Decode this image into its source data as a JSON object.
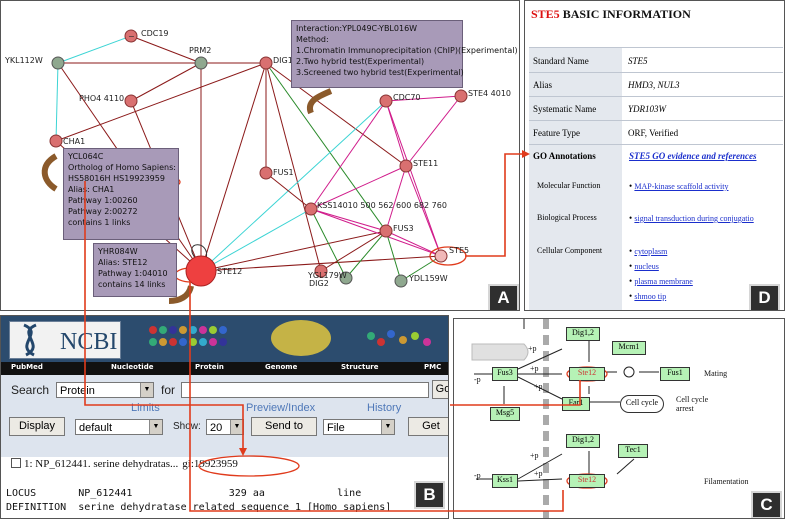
{
  "panelA": {
    "badge": "A",
    "nodes": [
      "CDC19",
      "YKL112W",
      "PRM2",
      "DIG1",
      "STE4 4010",
      "CDC70",
      "PHO4 4110",
      "CHA1",
      "FUS1",
      "STE11",
      "KSS14010 500 562 600 682 760",
      "FUS3",
      "STE5",
      "YGL179W",
      "YDL159W",
      "DIG2",
      "STE12"
    ],
    "interaction_popup": {
      "lines": [
        "Interaction:YPL049C-YBL016W",
        "Method:",
        "1.Chromatin Immunoprecipitation (ChIP)(Experimental)",
        "2.Two hybrid test(Experimental)",
        "3.Screened two hybrid test(Experimental)"
      ]
    },
    "gene_popup_1": {
      "lines": [
        "YCL064C",
        "Ortholog of Homo Sapiens:",
        "HS58016H",
        "HS19923959",
        "Alias: CHA1",
        "Pathway 1:00260",
        "Pathway 2:00272",
        "contains 1 links"
      ]
    },
    "gene_popup_2": {
      "lines": [
        "YHR084W",
        "Alias: STE12",
        "Pathway 1:",
        "04010",
        "contains 14 links"
      ]
    }
  },
  "panelD": {
    "badge": "D",
    "title_gene": "STE5",
    "title_rest": " BASIC INFORMATION",
    "rows": [
      {
        "key": "Standard Name",
        "value": "STE5"
      },
      {
        "key": "Alias",
        "value": "HMD3, NUL3"
      },
      {
        "key": "Systematic Name",
        "value": "YDR103W"
      },
      {
        "key": "Feature Type",
        "value": "ORF, Verified"
      }
    ],
    "go_key": "GO Annotations",
    "go_link": "STE5 GO evidence and references",
    "molecular_function_label": "Molecular Function",
    "molecular_function": [
      "MAP-kinase scaffold activity"
    ],
    "biological_process_label": "Biological Process",
    "biological_process": [
      "signal transduction during conjugatio"
    ],
    "cellular_component_label": "Cellular Component",
    "cellular_component": [
      "cytoplasm",
      "nucleus",
      "plasma membrane",
      "shmoo tip"
    ]
  },
  "panelB": {
    "badge": "B",
    "logo": "NCBI",
    "nav": [
      "PubMed",
      "Nucleotide",
      "Protein",
      "Genome",
      "Structure",
      "PMC"
    ],
    "search_label": "Search",
    "search_db": "Protein",
    "for_label": "for",
    "go_button": "Go",
    "limits": "Limits",
    "preview": "Preview/Index",
    "history": "History",
    "display_button": "Display",
    "display_format": "default",
    "show_label": "Show:",
    "show_value": "20",
    "send_button": "Send to",
    "send_target": "File",
    "get_button": "Get",
    "result_text": "1: NP_612441. serine dehydratas...",
    "result_gi": "gi:19923959",
    "locus_line": "LOCUS       NP_612441                329 aa            line",
    "definition_line": "DEFINITION  serine dehydratase related sequence 1 [Homo sapiens]"
  },
  "panelC": {
    "badge": "C",
    "genes": {
      "dig12_top": "Dig1,2",
      "mcm1": "Mcm1",
      "fus3": "Fus3",
      "ste12_top": "Ste12",
      "fus1": "Fus1",
      "far1": "Far1",
      "cell_cycle": "Cell cycle",
      "msg5": "Msg5",
      "dig12_bottom": "Dig1,2",
      "tec1": "Tec1",
      "kss1": "Kss1",
      "ste12_bottom": "Ste12"
    },
    "labels": {
      "mating": "Mating",
      "arrest": "Cell cycle\narrest",
      "filamentation": "Filamentation"
    },
    "p_marks": [
      "+p",
      "+p",
      "+p",
      "-p",
      "-p",
      "+p",
      "+p"
    ]
  }
}
